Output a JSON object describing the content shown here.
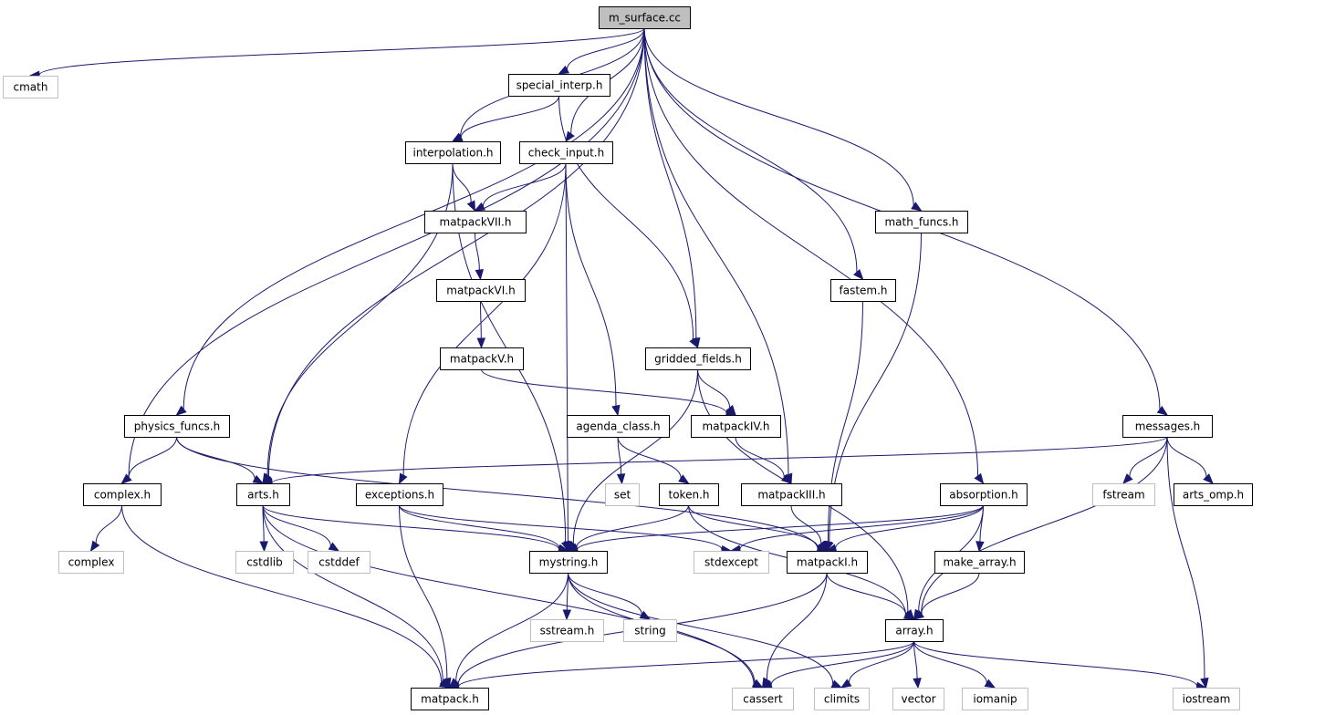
{
  "graph": {
    "colors": {
      "edge": "#191970",
      "root_fill": "#bfbfbf",
      "external_border": "#bfbfbf",
      "node_border": "#000000"
    },
    "nodes": [
      {
        "id": "m_surface_cc",
        "label": "m_surface.cc",
        "kind": "root"
      },
      {
        "id": "cmath",
        "label": "cmath",
        "kind": "external"
      },
      {
        "id": "special_interp_h",
        "label": "special_interp.h",
        "kind": "file"
      },
      {
        "id": "interpolation_h",
        "label": "interpolation.h",
        "kind": "file"
      },
      {
        "id": "check_input_h",
        "label": "check_input.h",
        "kind": "file"
      },
      {
        "id": "matpackVII_h",
        "label": "matpackVII.h",
        "kind": "file"
      },
      {
        "id": "math_funcs_h",
        "label": "math_funcs.h",
        "kind": "file"
      },
      {
        "id": "matpackVI_h",
        "label": "matpackVI.h",
        "kind": "file"
      },
      {
        "id": "fastem_h",
        "label": "fastem.h",
        "kind": "file"
      },
      {
        "id": "matpackV_h",
        "label": "matpackV.h",
        "kind": "file"
      },
      {
        "id": "gridded_fields_h",
        "label": "gridded_fields.h",
        "kind": "file"
      },
      {
        "id": "physics_funcs_h",
        "label": "physics_funcs.h",
        "kind": "file"
      },
      {
        "id": "agenda_class_h",
        "label": "agenda_class.h",
        "kind": "file"
      },
      {
        "id": "matpackIV_h",
        "label": "matpackIV.h",
        "kind": "file"
      },
      {
        "id": "messages_h",
        "label": "messages.h",
        "kind": "file"
      },
      {
        "id": "complex_h",
        "label": "complex.h",
        "kind": "file"
      },
      {
        "id": "arts_h",
        "label": "arts.h",
        "kind": "file"
      },
      {
        "id": "exceptions_h",
        "label": "exceptions.h",
        "kind": "file"
      },
      {
        "id": "set",
        "label": "set",
        "kind": "external"
      },
      {
        "id": "token_h",
        "label": "token.h",
        "kind": "file"
      },
      {
        "id": "matpackIII_h",
        "label": "matpackIII.h",
        "kind": "file"
      },
      {
        "id": "absorption_h",
        "label": "absorption.h",
        "kind": "file"
      },
      {
        "id": "fstream",
        "label": "fstream",
        "kind": "external"
      },
      {
        "id": "arts_omp_h",
        "label": "arts_omp.h",
        "kind": "file"
      },
      {
        "id": "complex",
        "label": "complex",
        "kind": "external"
      },
      {
        "id": "cstdlib",
        "label": "cstdlib",
        "kind": "external"
      },
      {
        "id": "cstddef",
        "label": "cstddef",
        "kind": "external"
      },
      {
        "id": "mystring_h",
        "label": "mystring.h",
        "kind": "file"
      },
      {
        "id": "stdexcept",
        "label": "stdexcept",
        "kind": "external"
      },
      {
        "id": "matpackI_h",
        "label": "matpackI.h",
        "kind": "file"
      },
      {
        "id": "make_array_h",
        "label": "make_array.h",
        "kind": "file"
      },
      {
        "id": "sstream_h",
        "label": "sstream.h",
        "kind": "external"
      },
      {
        "id": "string",
        "label": "string",
        "kind": "external"
      },
      {
        "id": "array_h",
        "label": "array.h",
        "kind": "file"
      },
      {
        "id": "matpack_h",
        "label": "matpack.h",
        "kind": "file"
      },
      {
        "id": "cassert",
        "label": "cassert",
        "kind": "external"
      },
      {
        "id": "climits",
        "label": "climits",
        "kind": "external"
      },
      {
        "id": "vector",
        "label": "vector",
        "kind": "external"
      },
      {
        "id": "iomanip",
        "label": "iomanip",
        "kind": "external"
      },
      {
        "id": "iostream",
        "label": "iostream",
        "kind": "external"
      }
    ],
    "edges": [
      [
        "m_surface_cc",
        "cmath"
      ],
      [
        "m_surface_cc",
        "special_interp_h"
      ],
      [
        "m_surface_cc",
        "interpolation_h"
      ],
      [
        "m_surface_cc",
        "check_input_h"
      ],
      [
        "m_surface_cc",
        "math_funcs_h"
      ],
      [
        "m_surface_cc",
        "fastem_h"
      ],
      [
        "m_surface_cc",
        "gridded_fields_h"
      ],
      [
        "m_surface_cc",
        "physics_funcs_h"
      ],
      [
        "m_surface_cc",
        "messages_h"
      ],
      [
        "m_surface_cc",
        "complex_h"
      ],
      [
        "m_surface_cc",
        "arts_h"
      ],
      [
        "m_surface_cc",
        "matpackIII_h"
      ],
      [
        "m_surface_cc",
        "absorption_h"
      ],
      [
        "special_interp_h",
        "interpolation_h"
      ],
      [
        "special_interp_h",
        "gridded_fields_h"
      ],
      [
        "interpolation_h",
        "matpackVII_h"
      ],
      [
        "interpolation_h",
        "arts_h"
      ],
      [
        "interpolation_h",
        "mystring_h"
      ],
      [
        "check_input_h",
        "matpackVII_h"
      ],
      [
        "check_input_h",
        "exceptions_h"
      ],
      [
        "check_input_h",
        "mystring_h"
      ],
      [
        "check_input_h",
        "agenda_class_h"
      ],
      [
        "matpackVII_h",
        "matpackVI_h"
      ],
      [
        "matpackVI_h",
        "matpackV_h"
      ],
      [
        "matpackV_h",
        "matpackIV_h"
      ],
      [
        "math_funcs_h",
        "matpackI_h"
      ],
      [
        "fastem_h",
        "matpackI_h"
      ],
      [
        "gridded_fields_h",
        "matpackIV_h"
      ],
      [
        "gridded_fields_h",
        "mystring_h"
      ],
      [
        "gridded_fields_h",
        "array_h"
      ],
      [
        "physics_funcs_h",
        "complex_h"
      ],
      [
        "physics_funcs_h",
        "arts_h"
      ],
      [
        "physics_funcs_h",
        "matpackI_h"
      ],
      [
        "agenda_class_h",
        "set"
      ],
      [
        "agenda_class_h",
        "token_h"
      ],
      [
        "matpackIV_h",
        "matpackIII_h"
      ],
      [
        "messages_h",
        "arts_h"
      ],
      [
        "messages_h",
        "fstream"
      ],
      [
        "messages_h",
        "arts_omp_h"
      ],
      [
        "messages_h",
        "array_h"
      ],
      [
        "messages_h",
        "iostream"
      ],
      [
        "complex_h",
        "complex"
      ],
      [
        "complex_h",
        "matpack_h"
      ],
      [
        "arts_h",
        "cstdlib"
      ],
      [
        "arts_h",
        "cstddef"
      ],
      [
        "arts_h",
        "mystring_h"
      ],
      [
        "arts_h",
        "matpack_h"
      ],
      [
        "arts_h",
        "cassert"
      ],
      [
        "exceptions_h",
        "mystring_h"
      ],
      [
        "exceptions_h",
        "stdexcept"
      ],
      [
        "exceptions_h",
        "matpack_h"
      ],
      [
        "token_h",
        "mystring_h"
      ],
      [
        "token_h",
        "matpackI_h"
      ],
      [
        "token_h",
        "array_h"
      ],
      [
        "matpackIII_h",
        "matpackI_h"
      ],
      [
        "absorption_h",
        "mystring_h"
      ],
      [
        "absorption_h",
        "stdexcept"
      ],
      [
        "absorption_h",
        "matpackI_h"
      ],
      [
        "absorption_h",
        "make_array_h"
      ],
      [
        "absorption_h",
        "array_h"
      ],
      [
        "mystring_h",
        "sstream_h"
      ],
      [
        "mystring_h",
        "string"
      ],
      [
        "mystring_h",
        "matpack_h"
      ],
      [
        "mystring_h",
        "cassert"
      ],
      [
        "mystring_h",
        "climits"
      ],
      [
        "matpackI_h",
        "array_h"
      ],
      [
        "matpackI_h",
        "matpack_h"
      ],
      [
        "matpackI_h",
        "cassert"
      ],
      [
        "make_array_h",
        "array_h"
      ],
      [
        "array_h",
        "matpack_h"
      ],
      [
        "array_h",
        "cassert"
      ],
      [
        "array_h",
        "climits"
      ],
      [
        "array_h",
        "vector"
      ],
      [
        "array_h",
        "iomanip"
      ],
      [
        "array_h",
        "iostream"
      ]
    ]
  }
}
